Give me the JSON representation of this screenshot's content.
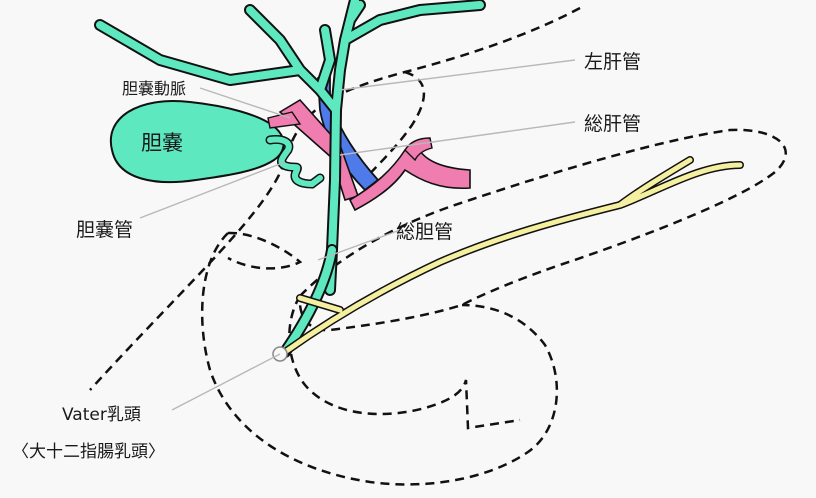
{
  "labels": {
    "left_hepatic_duct": "左肝管",
    "cystic_artery": "胆嚢動脈",
    "common_hepatic_duct": "総肝管",
    "gallbladder": "胆嚢",
    "cystic_duct": "胆嚢管",
    "common_bile_duct": "総胆管",
    "vater_line1": "Vater乳頭",
    "vater_line2": "〈大十二指腸乳頭〉"
  },
  "colors": {
    "bile_duct": "#5ee8c0",
    "pancreatic_duct": "#f5f0a0",
    "artery": "#f07db0",
    "portal_vein": "#4f7bea",
    "outline": "#111111",
    "leader_line": "#b8b8b8"
  }
}
